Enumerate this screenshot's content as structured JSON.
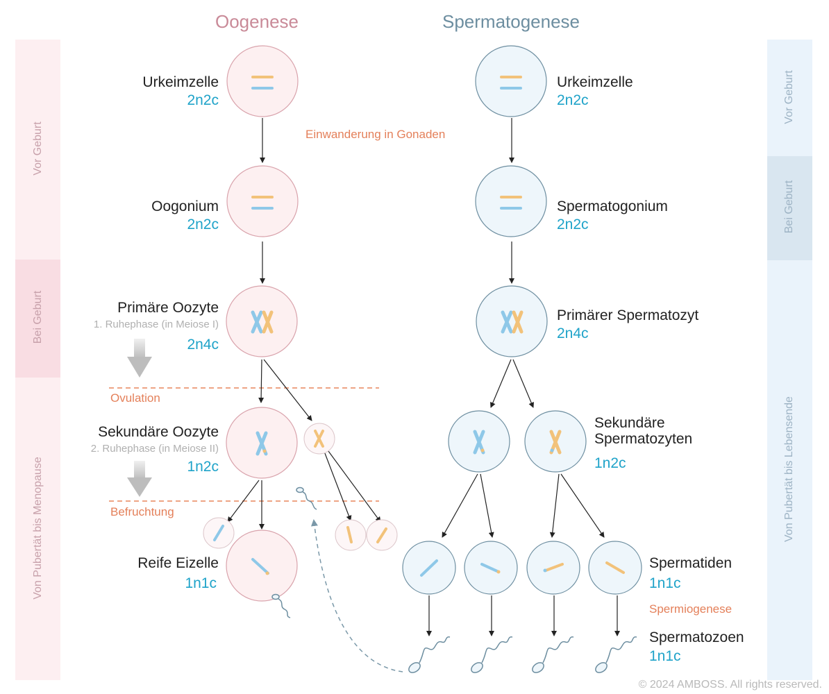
{
  "headers": {
    "oogenesis": "Oogenese",
    "spermatogenesis": "Spermatogenese"
  },
  "left_bands": {
    "vor_geburt": "Vor Geburt",
    "bei_geburt": "Bei Geburt",
    "pubertaet": "Von Pubertät bis Menopause"
  },
  "right_bands": {
    "vor_geburt": "Vor Geburt",
    "bei_geburt": "Bei Geburt",
    "pubertaet": "Von Pubertät bis Lebensende"
  },
  "oogenesis": {
    "urkeimzelle": "Urkeimzelle",
    "urkeimzelle_ploidy": "2n2c",
    "oogonium": "Oogonium",
    "oogonium_ploidy": "2n2c",
    "primary_oocyte": "Primäre Oozyte",
    "primary_oocyte_note": "1. Ruhephase (in Meiose I)",
    "primary_oocyte_ploidy": "2n4c",
    "secondary_oocyte": "Sekundäre Oozyte",
    "secondary_oocyte_note": "2. Ruhephase (in Meiose II)",
    "secondary_oocyte_ploidy": "1n2c",
    "mature_egg": "Reife Eizelle",
    "mature_egg_ploidy": "1n1c"
  },
  "spermatogenesis": {
    "urkeimzelle": "Urkeimzelle",
    "urkeimzelle_ploidy": "2n2c",
    "spermatogonium": "Spermatogonium",
    "spermatogonium_ploidy": "2n2c",
    "primary_spermatocyte": "Primärer Spermatozyt",
    "primary_spermatocyte_ploidy": "2n4c",
    "secondary_spermatocytes_line1": "Sekundäre",
    "secondary_spermatocytes_line2": "Spermatozyten",
    "secondary_spermatocytes_ploidy": "1n2c",
    "spermatids": "Spermatiden",
    "spermatids_ploidy": "1n1c",
    "spermatozoa": "Spermatozoen",
    "spermatozoa_ploidy": "1n1c"
  },
  "annotations": {
    "migration": "Einwanderung in Gonaden",
    "ovulation": "Ovulation",
    "fertilization": "Befruchtung",
    "spermiogenesis": "Spermiogenese"
  },
  "copyright": "© 2024 AMBOSS. All rights reserved.",
  "colors": {
    "oo_cell_fill": "#fdf0f1",
    "oo_cell_stroke": "#d9a3ac",
    "sp_cell_fill": "#eef6fb",
    "sp_cell_stroke": "#6d8ea0",
    "chromosome_orange": "#f2c27a",
    "chromosome_blue": "#8ec8e8",
    "ploidy_blue": "#1fa3c9",
    "dashed_orange": "#e8855c",
    "band_pink": "#fdeff1",
    "band_pink_dark": "#f9dde3",
    "band_blue": "#eaf3fb",
    "band_blue_dark": "#d9e6f0"
  }
}
